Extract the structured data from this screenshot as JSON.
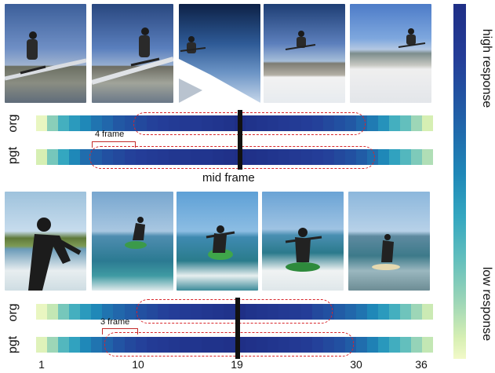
{
  "labels": {
    "org": "org",
    "pgt": "pgt",
    "mid_frame": "mid frame",
    "offset_top": "4 frame",
    "offset_bottom": "3 frame",
    "high_response": "high response",
    "low_response": "low response"
  },
  "axis_ticks": [
    "1",
    "10",
    "19",
    "30",
    "36"
  ],
  "frames": {
    "top_row": [
      "ski-frame-1",
      "ski-frame-2",
      "ski-frame-3",
      "ski-frame-4",
      "ski-frame-5"
    ],
    "bottom_row": [
      "surf-frame-1",
      "surf-frame-2",
      "surf-frame-3",
      "surf-frame-4",
      "surf-frame-5"
    ]
  },
  "colors": {
    "oval": "#d8262b",
    "dark": "#1f2f86",
    "light": "#f2f9c8"
  },
  "response_levels": {
    "top_org": [
      0.05,
      0.35,
      0.55,
      0.65,
      0.72,
      0.78,
      0.82,
      0.86,
      0.88,
      0.9,
      0.92,
      0.93,
      0.94,
      0.95,
      0.95,
      0.96,
      0.97,
      0.98,
      1.0,
      0.98,
      0.97,
      0.96,
      0.95,
      0.94,
      0.93,
      0.92,
      0.9,
      0.88,
      0.86,
      0.82,
      0.76,
      0.68,
      0.55,
      0.45,
      0.3,
      0.15
    ],
    "top_pgt": [
      0.15,
      0.4,
      0.6,
      0.72,
      0.8,
      0.85,
      0.88,
      0.9,
      0.92,
      0.93,
      0.94,
      0.95,
      0.96,
      0.96,
      0.97,
      0.97,
      0.98,
      0.99,
      1.0,
      0.99,
      0.98,
      0.97,
      0.96,
      0.95,
      0.94,
      0.93,
      0.92,
      0.9,
      0.88,
      0.85,
      0.8,
      0.72,
      0.62,
      0.5,
      0.38,
      0.25
    ],
    "bot_org": [
      0.05,
      0.2,
      0.4,
      0.55,
      0.65,
      0.72,
      0.78,
      0.82,
      0.85,
      0.88,
      0.9,
      0.92,
      0.93,
      0.94,
      0.95,
      0.96,
      0.97,
      0.98,
      1.0,
      0.98,
      0.97,
      0.96,
      0.95,
      0.94,
      0.93,
      0.9,
      0.88,
      0.85,
      0.82,
      0.78,
      0.72,
      0.65,
      0.55,
      0.42,
      0.3,
      0.18
    ],
    "bot_pgt": [
      0.1,
      0.3,
      0.5,
      0.62,
      0.72,
      0.78,
      0.83,
      0.87,
      0.9,
      0.92,
      0.94,
      0.95,
      0.96,
      0.97,
      0.97,
      0.98,
      0.98,
      0.99,
      1.0,
      0.99,
      0.98,
      0.97,
      0.96,
      0.95,
      0.94,
      0.92,
      0.9,
      0.88,
      0.85,
      0.8,
      0.74,
      0.66,
      0.56,
      0.45,
      0.32,
      0.2
    ]
  }
}
